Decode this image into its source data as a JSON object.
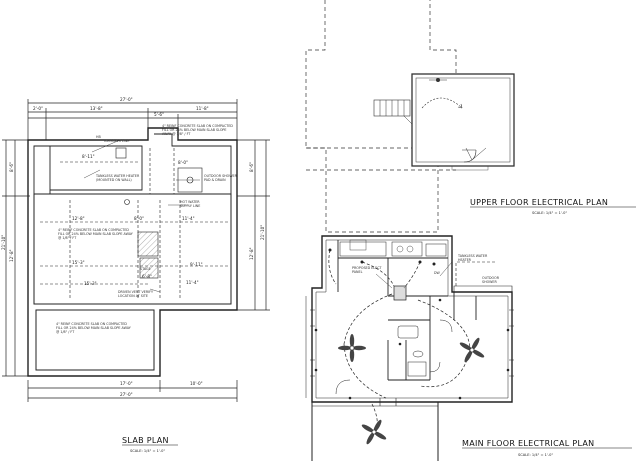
{
  "titles": {
    "slab_plan": "SLAB PLAN",
    "slab_scale": "SCALE: 1/4\" = 1'-0\"",
    "upper_floor": "UPPER FLOOR ELECTRICAL PLAN",
    "upper_scale": "SCALE: 1/4\" = 1'-0\"",
    "main_floor": "MAIN FLOOR ELECTRICAL PLAN",
    "main_scale": "SCALE: 1/4\" = 1'-0\""
  },
  "slab": {
    "dims_top": [
      "27'-0\"",
      "2'-0\"",
      "13'-8\"",
      "11'-8\"",
      "5'-6\""
    ],
    "dims_bottom": [
      "17'-0\"",
      "10'-0\"",
      "27'-0\""
    ],
    "dims_left": [
      "21'-10\"",
      "8'-6\"",
      "12'-8\""
    ],
    "dims_right": [
      "21'-10\"",
      "8'-6\"",
      "12'-8\""
    ],
    "dims_inner": [
      "8'-11\"",
      "8'-0\"",
      "12'-8\"",
      "11'-4\"",
      "8'-0\"",
      "9'-11\"",
      "15'-3\"",
      "11'-4\"",
      "15'-3\"",
      "6'-8\""
    ],
    "notes": {
      "slab_top": "4\" REINF CONCRETE SLAB ON COMPACTED FILL OR 24% BELOW MAIN SLAB SLOPE AWAY @ 1/8\" / FT",
      "icemaker": "ICEMAKER LINE",
      "heater": "TANKLESS WATER HEATER (MOUNTED ON WALL)",
      "shower": "OUTDOOR SHOWER, PAD & DRAIN",
      "supply": "HOT WATER SUPPLY LINE",
      "slab_mid": "4\" REINF CONCRETE SLAB ON COMPACTED FILL OR 24% BELOW MAIN SLAB SLOPE AWAY @ 1/8\" / FT",
      "stage": "STAGE",
      "driven": "DRIVEN VENT VERIFY LOCATION AT SITE",
      "slab_bottom": "4\" REINF CONCRETE SLAB ON COMPACTED FILL OR 24% BELOW MAIN SLAB SLOPE AWAY @ 1/8\" / FT",
      "hb": "HB"
    }
  },
  "main": {
    "notes": {
      "panel": "PROPOSED ELECT PANEL",
      "heater": "TANKLESS WATER HEATER",
      "shower": "OUTDOOR SHOWER",
      "dw": "DW"
    }
  }
}
